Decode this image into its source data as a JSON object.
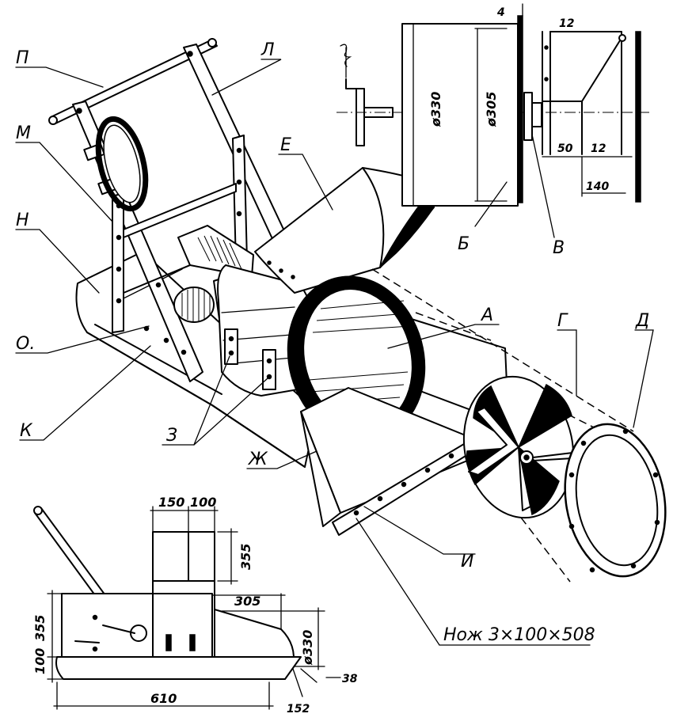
{
  "labels": {
    "P": "П",
    "L": "Л",
    "M": "М",
    "N": "Н",
    "O": "О.",
    "K": "К",
    "Z": "З",
    "Zh": "Ж",
    "E": "Е",
    "A": "А",
    "B": "Б",
    "V": "В",
    "G": "Г",
    "D": "Д",
    "I": "И",
    "knife": "Нож  3×100×508"
  },
  "dimensions": {
    "top_right": {
      "d330": "ø330",
      "d305": "ø305",
      "t4": "4",
      "t12_top": "12",
      "t50": "50",
      "t12_mid": "12",
      "t140": "140"
    },
    "bottom_left": {
      "w150": "150",
      "w100": "100",
      "h355_top": "355",
      "w305": "305",
      "d330": "ø330",
      "h355_left": "355",
      "h100": "100",
      "l610": "610",
      "t38": "38",
      "t152": "152"
    }
  }
}
